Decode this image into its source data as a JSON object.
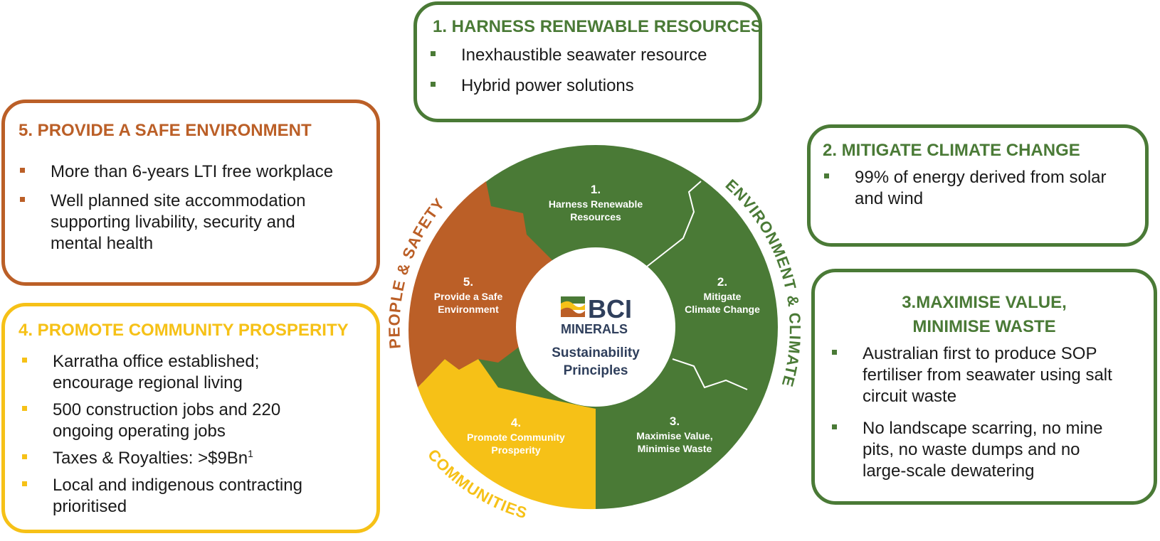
{
  "colors": {
    "green": "#4a7a36",
    "orange": "#bb5f27",
    "yellow": "#f6c117",
    "navy": "#2f3f5c"
  },
  "box1": {
    "title": "1. HARNESS RENEWABLE RESOURCES",
    "bullets": [
      "Inexhaustible seawater resource",
      "Hybrid power solutions"
    ]
  },
  "box2": {
    "title": "2. MITIGATE CLIMATE CHANGE",
    "bullets": [
      [
        "99% of energy derived from solar",
        "and wind"
      ]
    ]
  },
  "box3": {
    "title_line1": "3.MAXIMISE VALUE,",
    "title_line2": "MINIMISE WASTE",
    "bullets": [
      [
        "Australian first to produce SOP",
        "fertiliser from seawater using salt",
        "circuit waste"
      ],
      [
        "No landscape scarring, no mine",
        "pits, no waste dumps and no",
        "large-scale dewatering"
      ]
    ]
  },
  "box4": {
    "title": "4. PROMOTE COMMUNITY PROSPERITY",
    "bullets": [
      [
        "Karratha office established;",
        "encourage regional living"
      ],
      [
        "500 construction jobs and 220",
        "ongoing operating jobs"
      ],
      [
        "Taxes & Royalties: >$9Bn"
      ],
      [
        "Local and indigenous contracting",
        "prioritised"
      ]
    ],
    "footnote_marker": "1"
  },
  "box5": {
    "title": "5. PROVIDE A SAFE ENVIRONMENT",
    "bullets": [
      [
        "More than 6-years LTI free workplace"
      ],
      [
        "Well planned site accommodation",
        "supporting livability, security and",
        "mental health"
      ]
    ]
  },
  "wheel": {
    "segments": [
      {
        "num": "1.",
        "line1": "Harness Renewable",
        "line2": "Resources"
      },
      {
        "num": "2.",
        "line1": "Mitigate",
        "line2": "Climate Change"
      },
      {
        "num": "3.",
        "line1": "Maximise Value,",
        "line2": "Minimise Waste"
      },
      {
        "num": "4.",
        "line1": "Promote Community",
        "line2": "Prosperity"
      },
      {
        "num": "5.",
        "line1": "Provide a Safe",
        "line2": "Environment"
      }
    ],
    "arc_labels": {
      "environment": "ENVIRONMENT & CLIMATE",
      "people": "PEOPLE & SAFETY",
      "communities": "COMMUNITIES"
    },
    "center": {
      "logo_main": "BCI",
      "logo_sub": "MINERALS",
      "caption_line1": "Sustainability",
      "caption_line2": "Principles"
    }
  }
}
